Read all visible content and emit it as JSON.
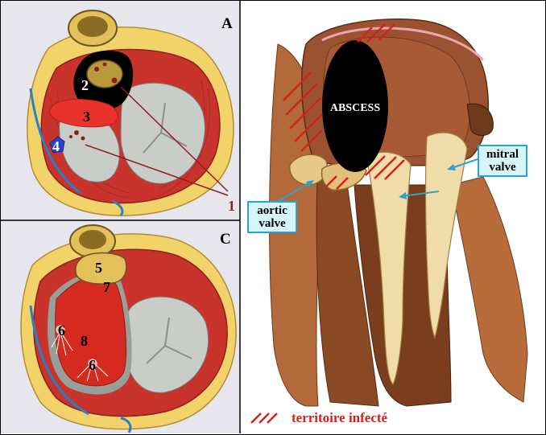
{
  "panels": {
    "a": {
      "letter": "A",
      "labels": [
        "1",
        "2",
        "3",
        "4"
      ]
    },
    "c": {
      "letter": "C",
      "labels": [
        "5",
        "6",
        "7",
        "8",
        "6"
      ]
    }
  },
  "right_panel": {
    "abscess": "ABSCESS",
    "aortic_valve": [
      "aortic",
      "valve"
    ],
    "mitral_valve": [
      "mitral",
      "valve"
    ],
    "legend": "territoire infecté"
  },
  "colors": {
    "panel_bg": "#e6e6ec",
    "outer_fat": "#f2d36a",
    "muscle": "#c8342c",
    "muscle_dark": "#8e1f1c",
    "cavity": "#c9ccc7",
    "aorta": "#e3c05a",
    "lesion_red": "#e8322c",
    "abscess_black": "#000000",
    "vessel_blue": "#2a7fc7",
    "label_border": "#2aa3d4",
    "label_fill": "#d6f4fb",
    "hatch": "#d42020"
  }
}
